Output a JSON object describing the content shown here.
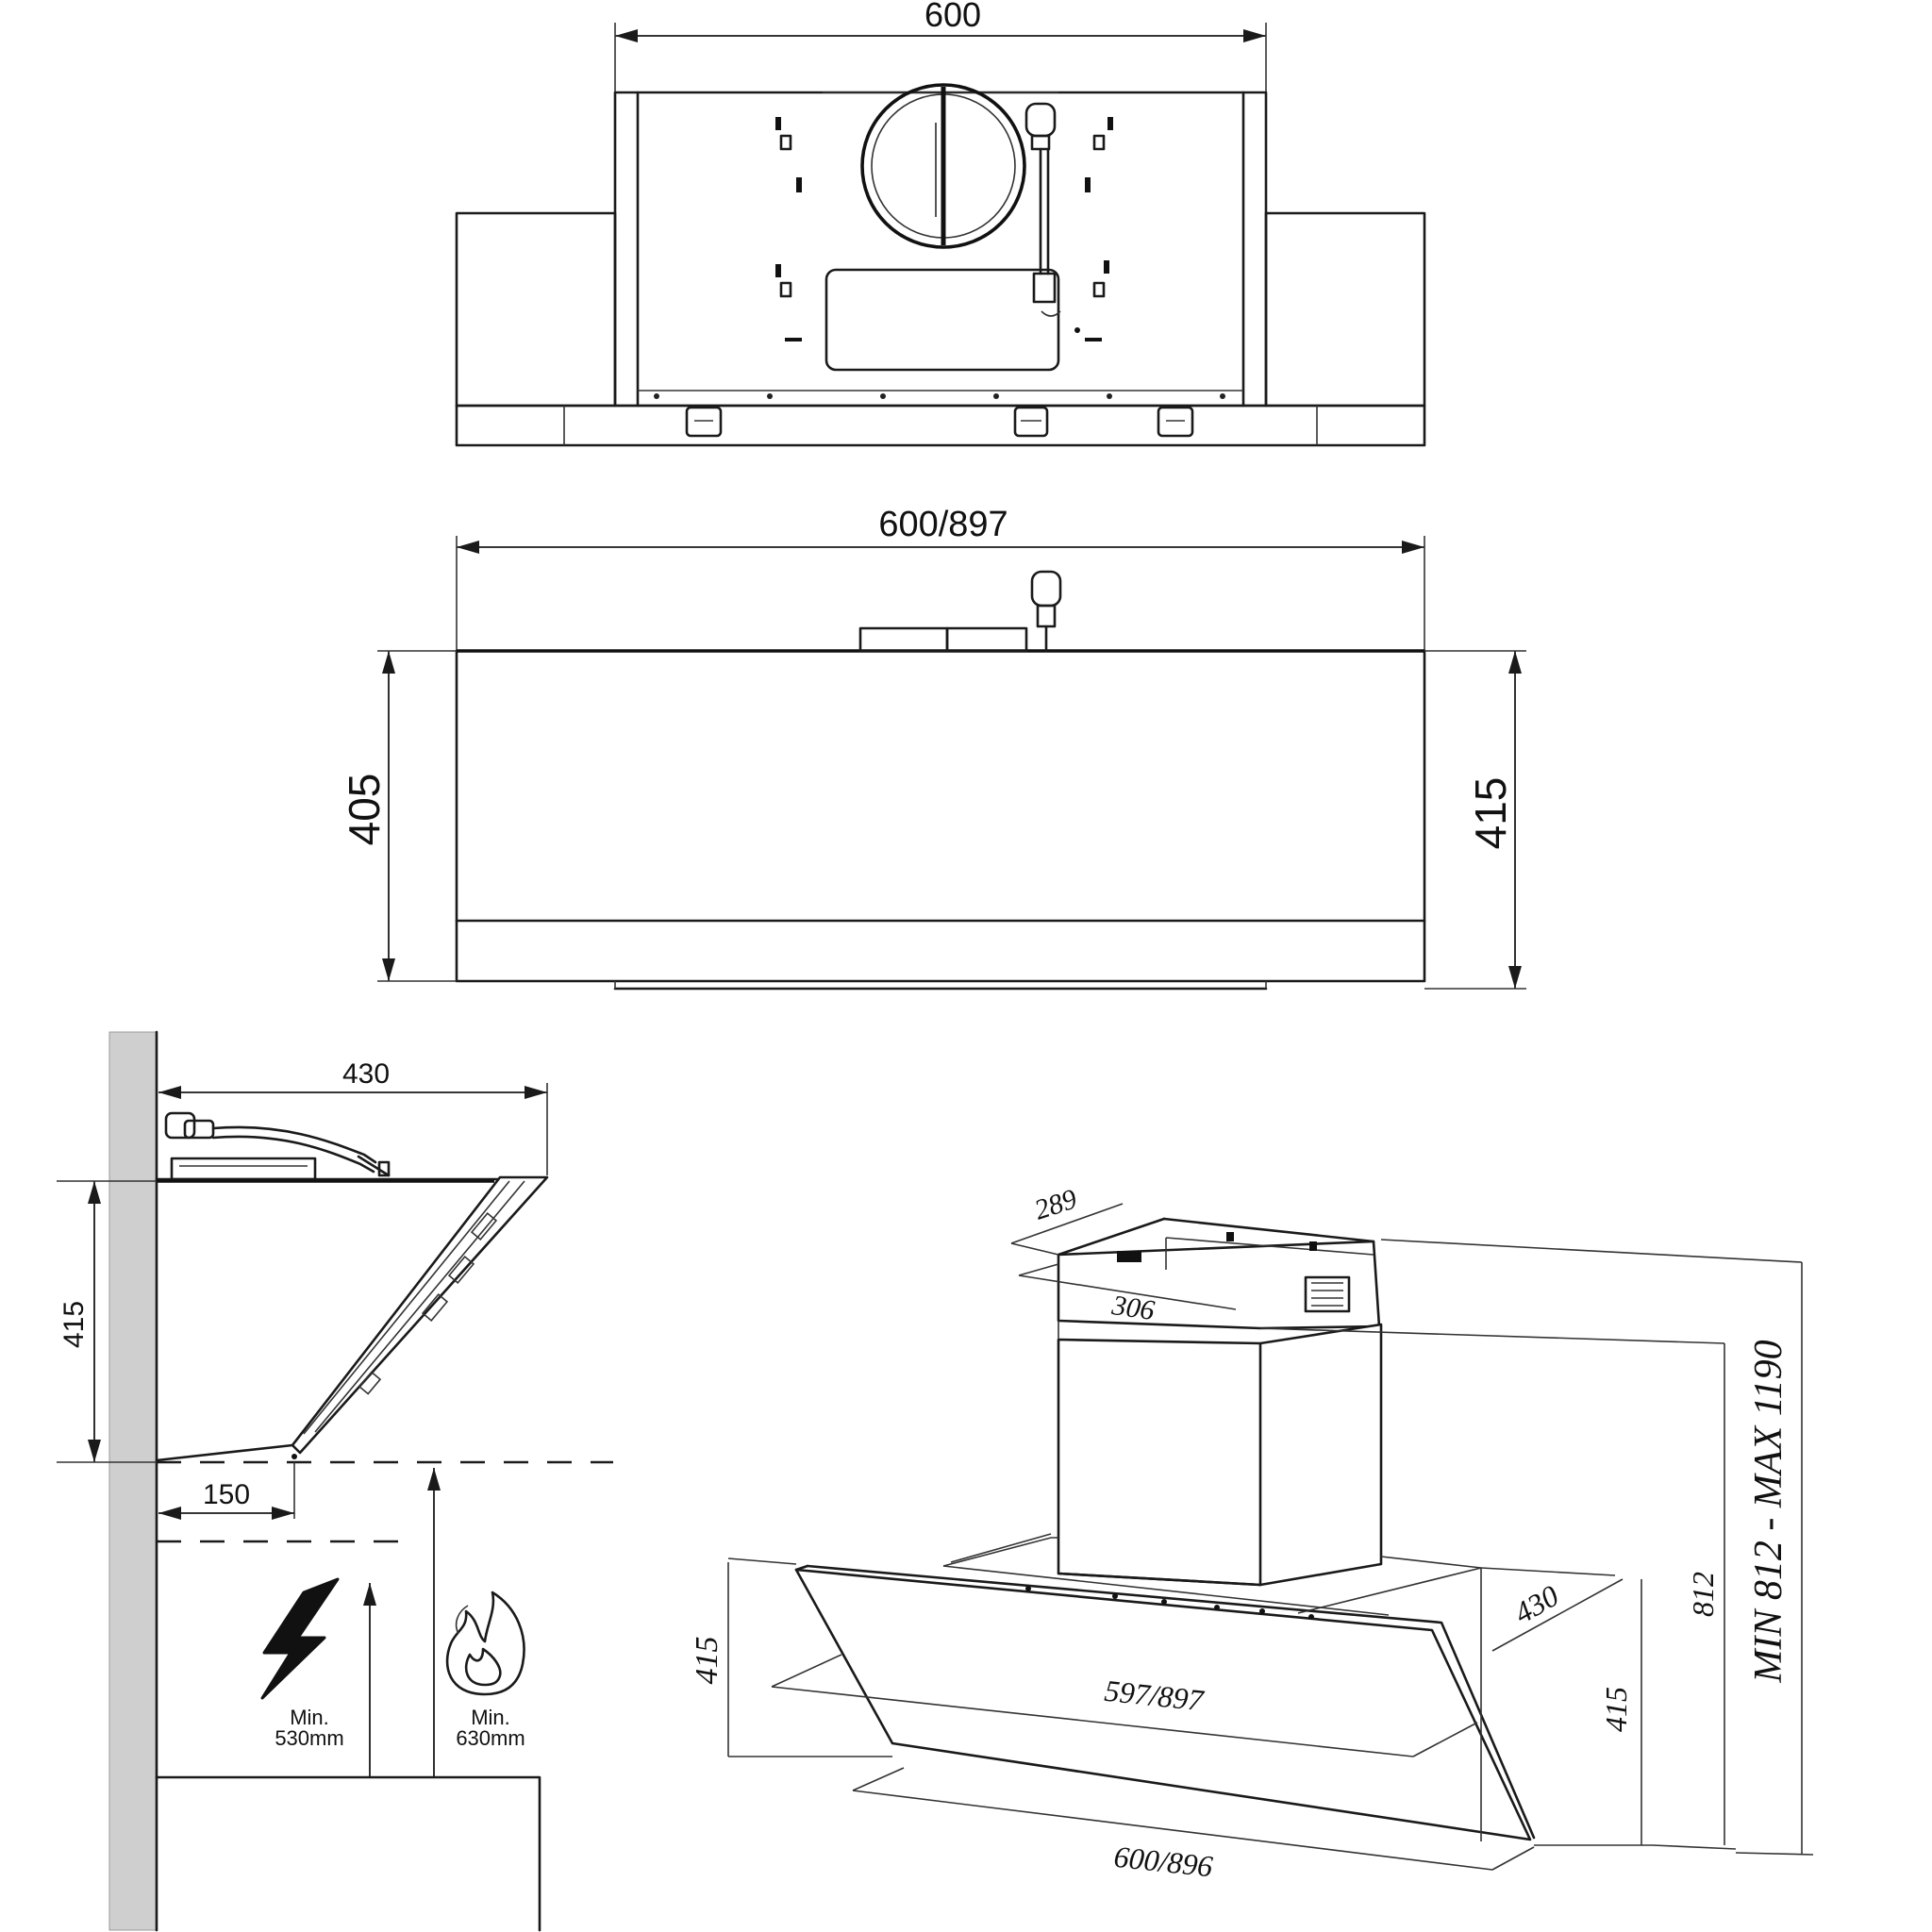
{
  "front_view": {
    "width_label": "600"
  },
  "front_elevation": {
    "width_label": "600/897",
    "height_left_label": "405",
    "height_right_label": "415"
  },
  "side_view": {
    "depth_label": "430",
    "height_label": "415",
    "offset_label": "150",
    "electric_warning": {
      "icon": "lightning-icon",
      "line1": "Min.",
      "line2": "530mm"
    },
    "gas_warning": {
      "icon": "flame-icon",
      "line1": "Min.",
      "line2": "630mm"
    }
  },
  "isometric_view": {
    "chimney_depth_label": "289",
    "chimney_width_label": "306",
    "hood_height_label": "415",
    "hood_top_width_label": "597/897",
    "hood_bottom_width_label": "600/896",
    "hood_depth_label": "430",
    "hood_height_right_label": "415",
    "min_height_label": "812",
    "range_label": "MIN 812 - MAX 1190"
  }
}
